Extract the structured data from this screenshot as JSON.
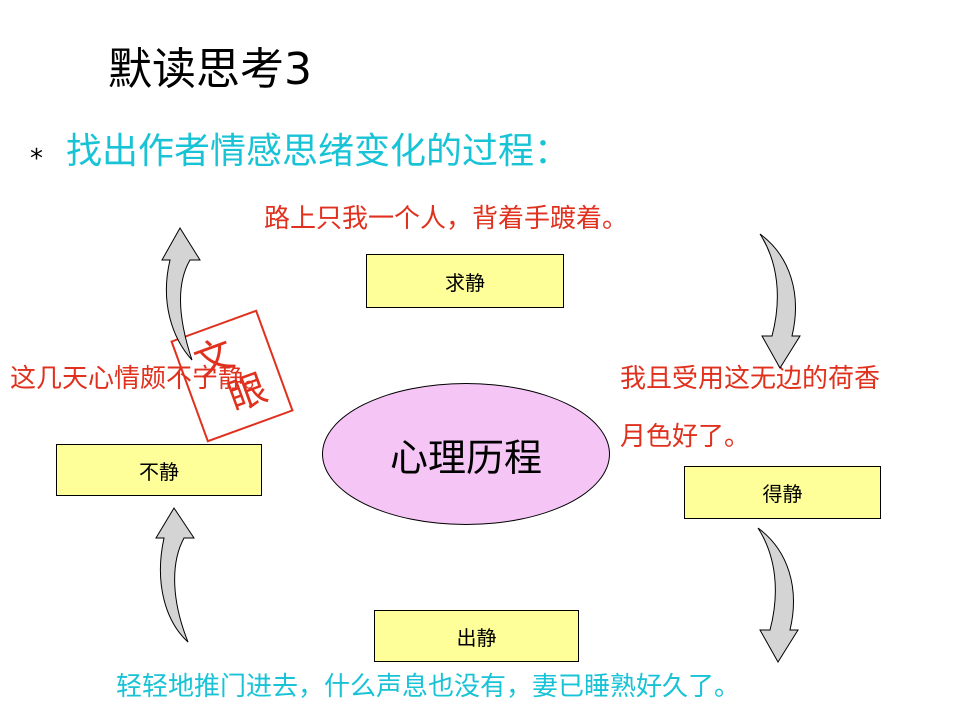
{
  "title": "默读思考3",
  "bullet": "*",
  "subtitle": "找出作者情感思绪变化的过程：",
  "quotes": {
    "top": "路上只我一个人，背着手踱着。",
    "left": "这几天心情颇不宁静。",
    "right_line1": "我且受用这无边的荷香",
    "right_line2": "月色好了。",
    "bottom": "轻轻地推门进去，什么声息也没有，妻已睡熟好久了。"
  },
  "stages": {
    "top": "求静",
    "left": "不静",
    "right": "得静",
    "bottom": "出静"
  },
  "center": "心理历程",
  "stamp": {
    "char1": "文",
    "char2": "眼"
  },
  "colors": {
    "title": "#000000",
    "subtitle": "#19c3d6",
    "quote_red": "#e0311e",
    "quote_cyan": "#19c3d6",
    "box_fill": "#ffff99",
    "ellipse_fill": "#f5c6f5",
    "stamp": "#e0311e",
    "arrow_fill": "#d4d4d4"
  },
  "icons": [
    "curved-arrow-up-left",
    "curved-arrow-down-right",
    "curved-arrow-up-left-bottom",
    "curved-arrow-down-right-bottom"
  ]
}
